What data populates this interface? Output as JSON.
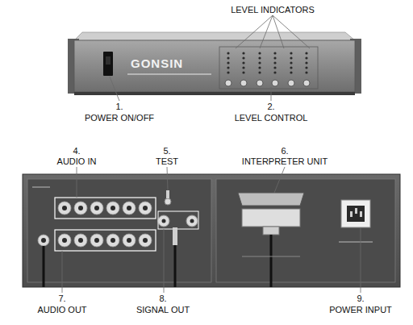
{
  "diagram": {
    "nodes": [
      {
        "text": [
          "GONSIN"
        ]
      }
    ],
    "labels": [
      "LEVEL INDICATORS",
      "1.",
      "POWER ON/OFF",
      "2.",
      "LEVEL CONTROL",
      "4.",
      "AUDIO IN",
      "5.",
      "TEST",
      "6.",
      "INTERPRETER UNIT",
      "7.",
      "AUDIO OUT",
      "8.",
      "SIGNAL OUT",
      "9.",
      "POWER INPUT"
    ]
  }
}
